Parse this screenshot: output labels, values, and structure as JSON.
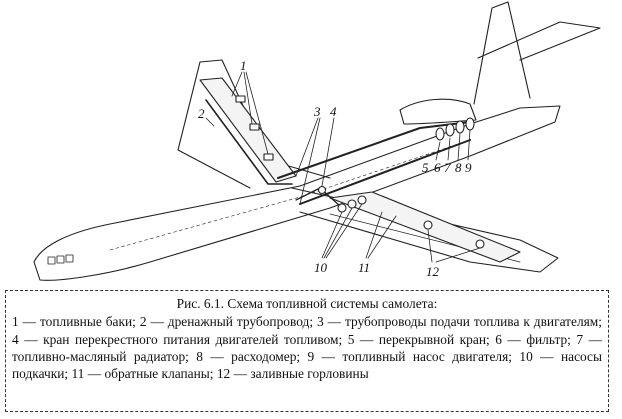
{
  "figure": {
    "callouts": [
      "1",
      "2",
      "3",
      "4",
      "5",
      "6",
      "7",
      "8",
      "9",
      "10",
      "11",
      "12"
    ]
  },
  "caption": {
    "title": "Рис. 6.1. Схема топливной системы самолета:",
    "body": "1 — топливные баки; 2 — дренажный трубопровод; 3 — трубопроводы подачи топлива к двигателям; 4 — кран перекрестного питания двигателей топливом; 5 — перекрывной кран; 6 — фильтр; 7 — топливно-масляный радиатор; 8 — расходомер; 9 — топливный насос двигателя; 10 — насосы подкачки; 11 — обратные клапаны; 12 — заливные горловины"
  }
}
